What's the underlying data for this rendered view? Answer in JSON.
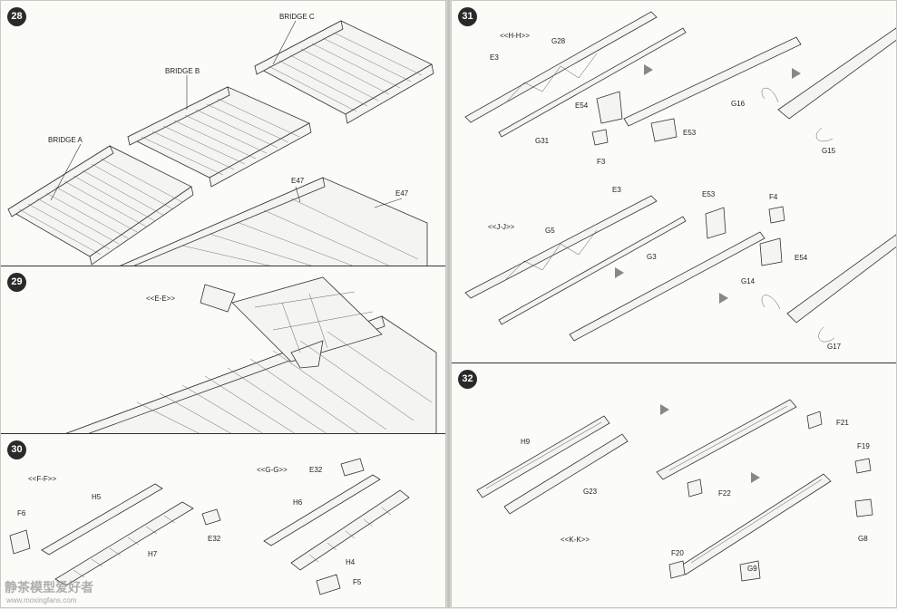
{
  "watermark": {
    "name": "静茶模型爱好者",
    "url": "www.moxingfans.com"
  },
  "steps": {
    "s28": {
      "number": "28",
      "labels": {
        "bridge_a": "BRIDGE A",
        "bridge_b": "BRIDGE B",
        "bridge_c": "BRIDGE C",
        "e47_left": "E47",
        "e47_right": "E47"
      }
    },
    "s29": {
      "number": "29",
      "labels": {
        "section": "<<E-E>>"
      }
    },
    "s30": {
      "number": "30",
      "labels": {
        "ff": "<<F-F>>",
        "gg": "<<G-G>>",
        "f6": "F6",
        "h5": "H5",
        "h7": "H7",
        "e32_left": "E32",
        "h6": "H6",
        "h4": "H4",
        "e32_right": "E32",
        "f5": "F5"
      }
    },
    "s31": {
      "number": "31",
      "labels": {
        "hh": "<<H-H>>",
        "g28": "G28",
        "e3_top": "E3",
        "g31": "G31",
        "e54_top": "E54",
        "f3": "F3",
        "e53_top": "E53",
        "g16": "G16",
        "g15": "G15",
        "e3_mid": "E3",
        "jj": "<<J-J>>",
        "g5": "G5",
        "g3": "G3",
        "e53_mid": "E53",
        "f4": "F4",
        "e54_mid": "E54",
        "g14": "G14",
        "g17": "G17"
      }
    },
    "s32": {
      "number": "32",
      "labels": {
        "h9": "H9",
        "g23": "G23",
        "kk": "<<K-K>>",
        "f21": "F21",
        "f22": "F22",
        "f19": "F19",
        "g8": "G8",
        "f20": "F20",
        "g9": "G9"
      }
    }
  }
}
